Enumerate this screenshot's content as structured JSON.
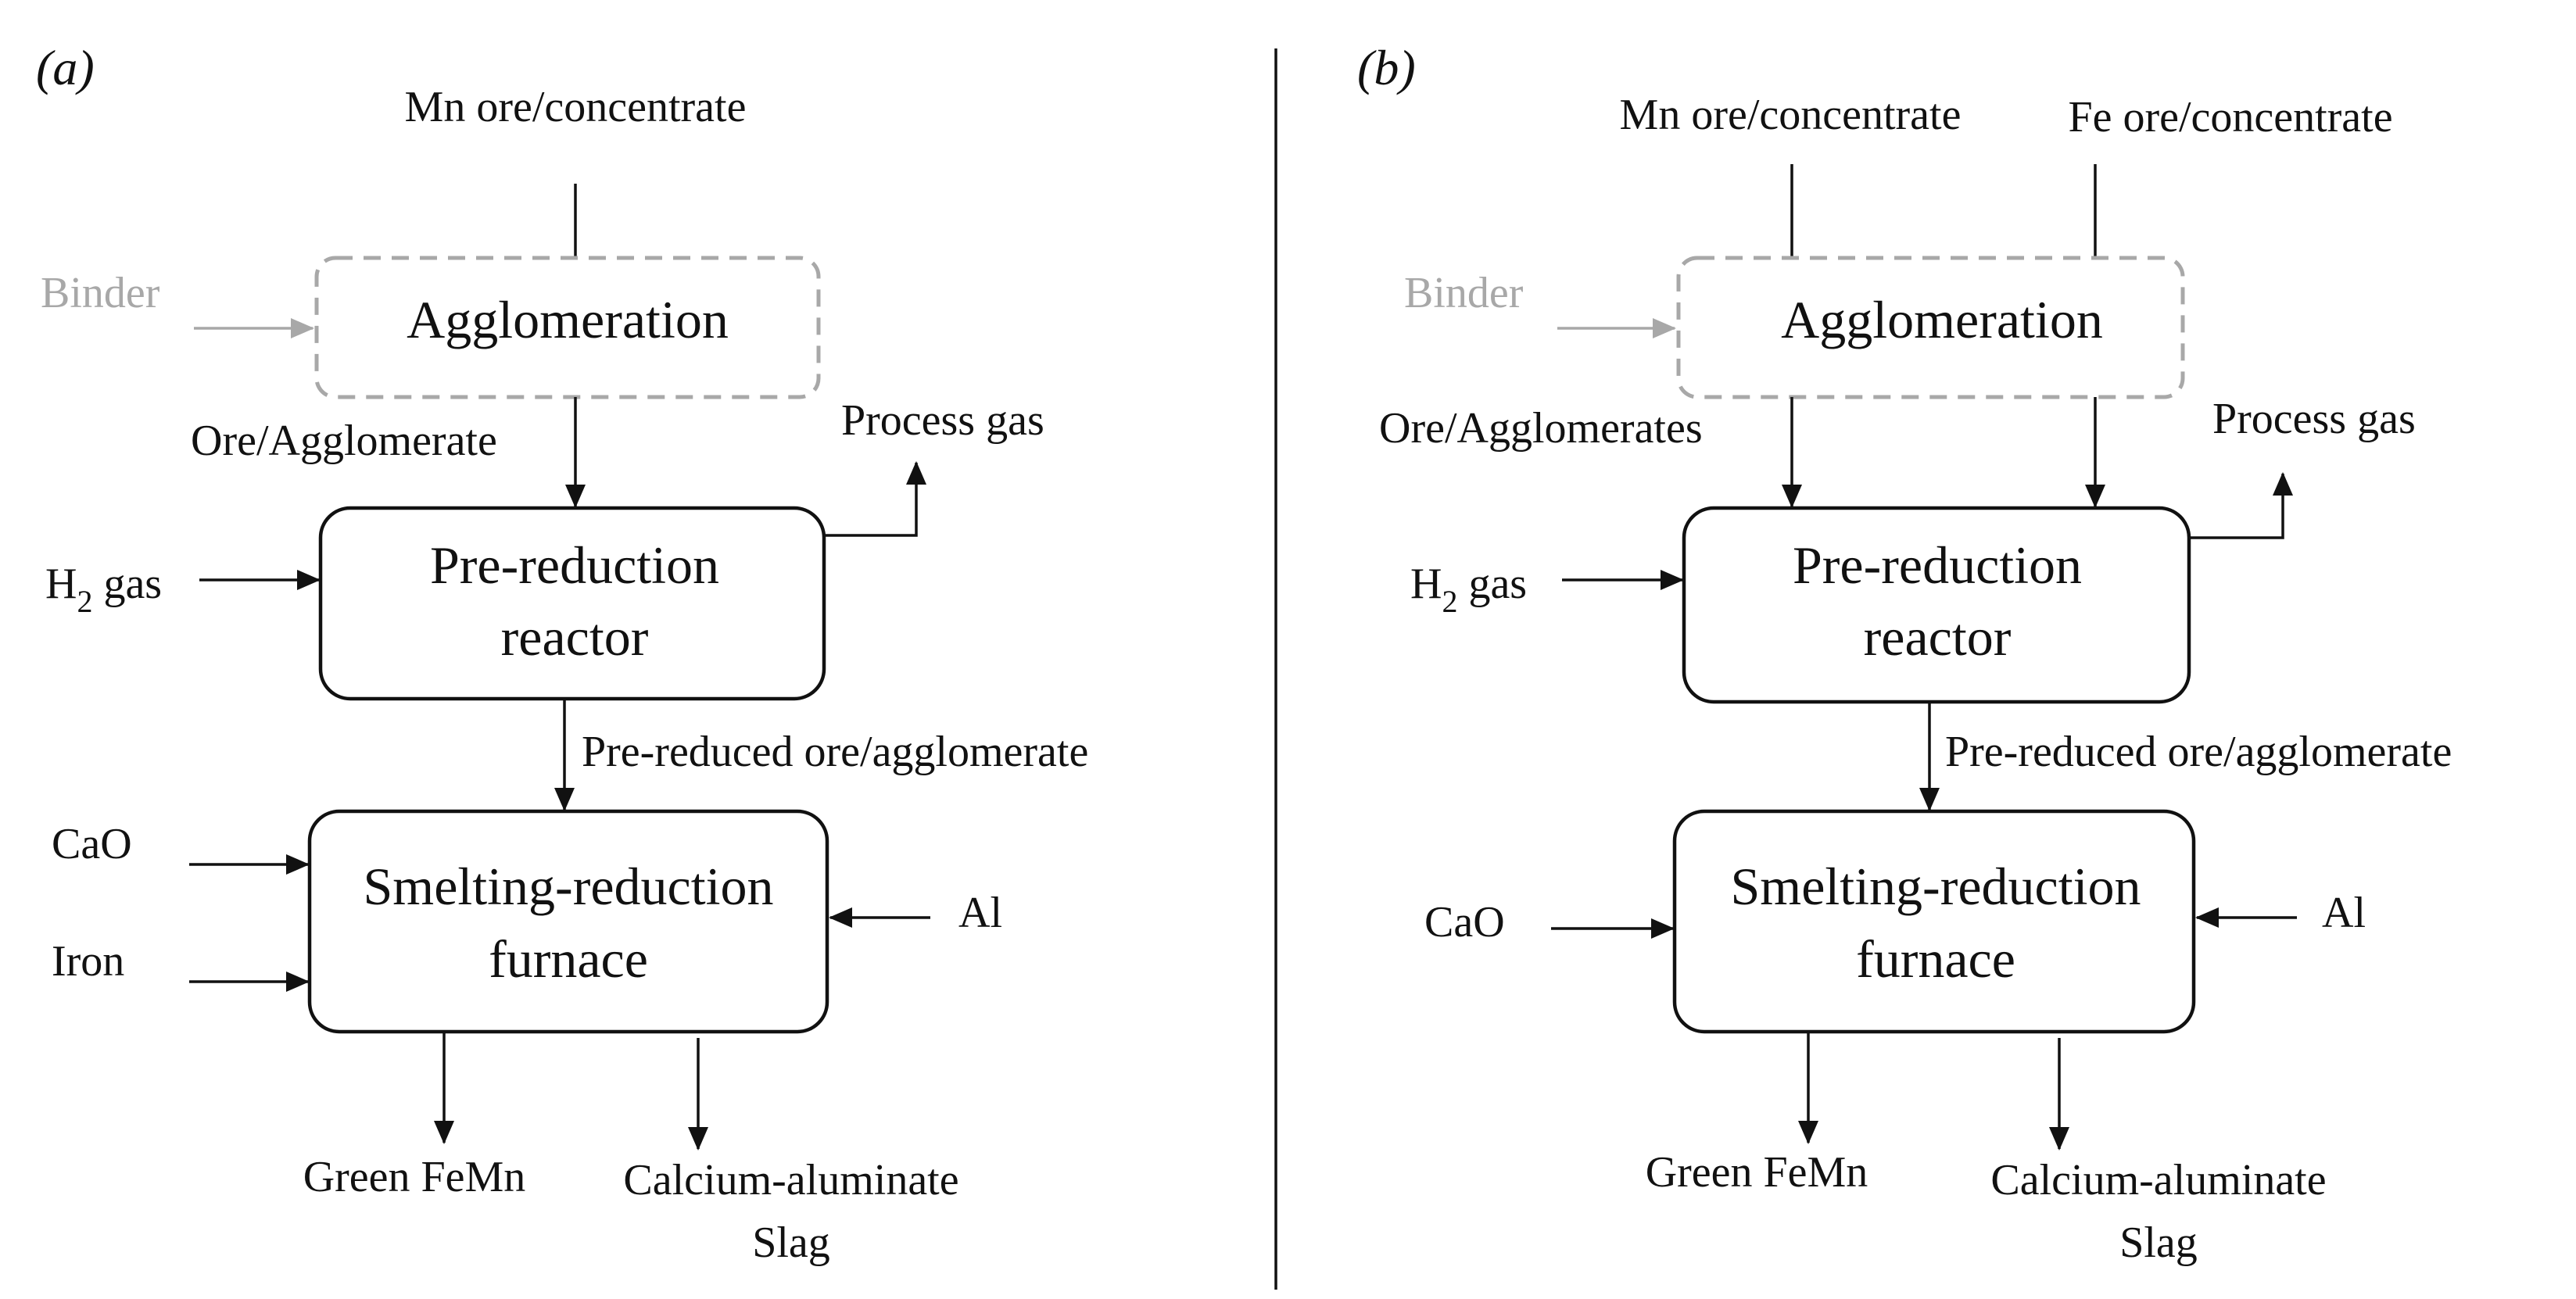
{
  "panel_a": {
    "label": "(a)",
    "inputs": {
      "mn_ore": "Mn ore/concentrate",
      "binder": "Binder",
      "h2_main": "H",
      "h2_sub": "2",
      "h2_rest": " gas",
      "cao": "CaO",
      "iron": "Iron",
      "al": "Al"
    },
    "boxes": {
      "agglomeration": "Agglomeration",
      "pre_reduction_1": "Pre-reduction",
      "pre_reduction_2": "reactor",
      "smelting_1": "Smelting-reduction",
      "smelting_2": "furnace"
    },
    "flows": {
      "ore_agglomerate": "Ore/Agglomerate",
      "process_gas": "Process gas",
      "pre_reduced": "Pre-reduced ore/agglomerate"
    },
    "outputs": {
      "green_femn": "Green FeMn",
      "slag_1": "Calcium-aluminate",
      "slag_2": "Slag"
    }
  },
  "panel_b": {
    "label": "(b)",
    "inputs": {
      "mn_ore": "Mn ore/concentrate",
      "fe_ore": "Fe ore/concentrate",
      "binder": "Binder",
      "h2_main": "H",
      "h2_sub": "2",
      "h2_rest": " gas",
      "cao": "CaO",
      "al": "Al"
    },
    "boxes": {
      "agglomeration": "Agglomeration",
      "pre_reduction_1": "Pre-reduction",
      "pre_reduction_2": "reactor",
      "smelting_1": "Smelting-reduction",
      "smelting_2": "furnace"
    },
    "flows": {
      "ore_agglomerates": "Ore/Agglomerates",
      "process_gas": "Process gas",
      "pre_reduced": "Pre-reduced ore/agglomerate"
    },
    "outputs": {
      "green_femn": "Green FeMn",
      "slag_1": "Calcium-aluminate",
      "slag_2": "Slag"
    }
  },
  "colors": {
    "ink": "#111111",
    "optional_grey": "#a8a8a8",
    "background": "#ffffff"
  }
}
